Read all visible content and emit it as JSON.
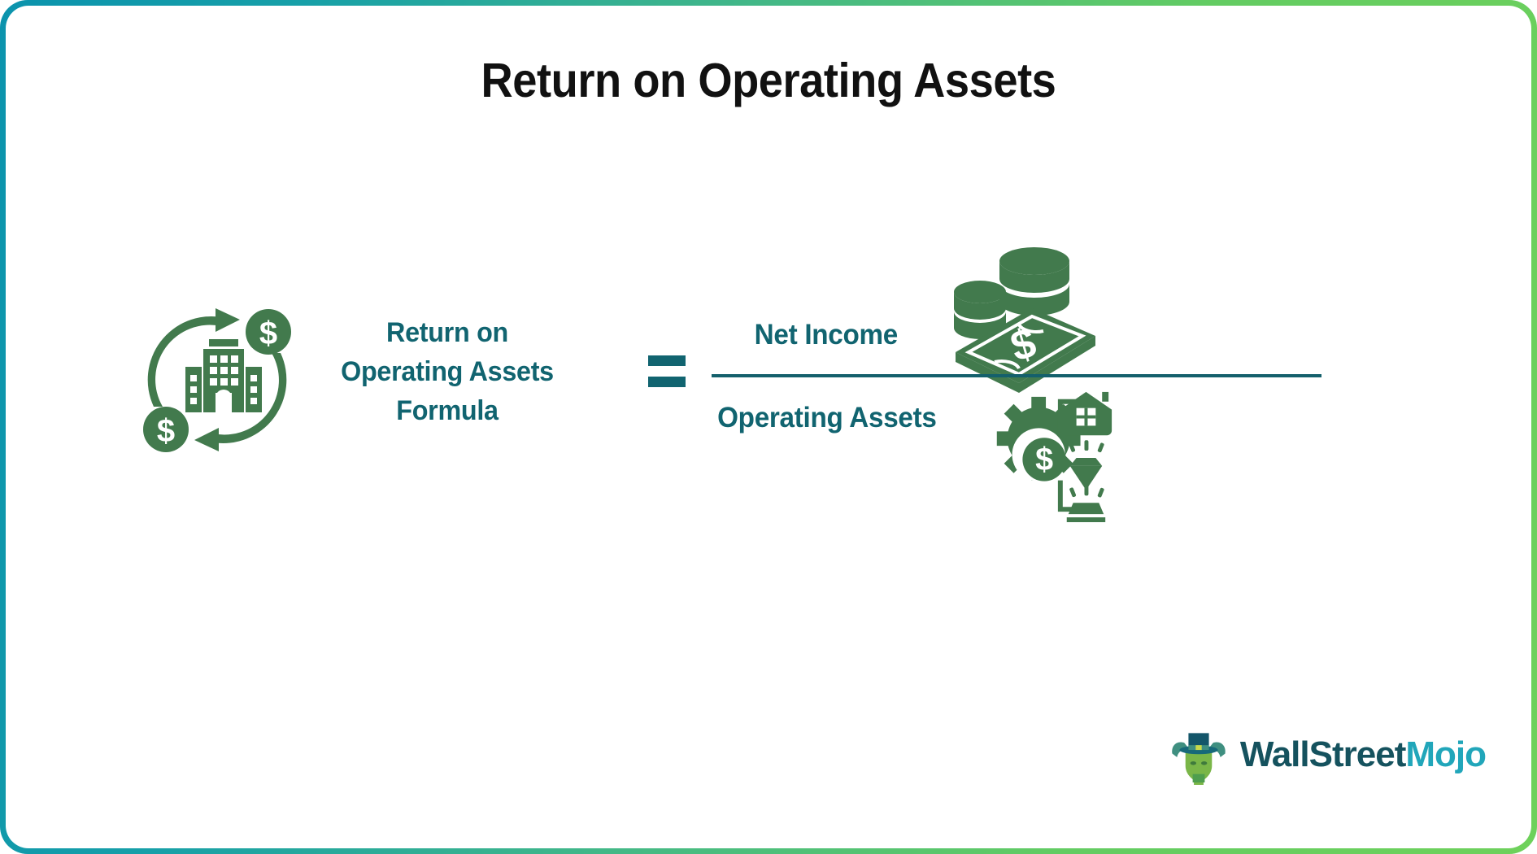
{
  "title": "Return on Operating Assets",
  "colors": {
    "title_text": "#111111",
    "teal_text": "#116470",
    "green_icon": "#427a4d",
    "fraction_bar": "#14606c",
    "border_gradient_start": "#0b93ad",
    "border_gradient_end": "#6ed15b",
    "brand_primary": "#15525e",
    "brand_accent": "#21a6ba"
  },
  "formula": {
    "label_lines": [
      "Return on",
      "Operating Assets",
      "Formula"
    ],
    "equals_symbol": "=",
    "numerator": "Net Income",
    "denominator": "Operating Assets",
    "left_icon_name": "operating-assets-cycle-icon",
    "numerator_icon_name": "money-cash-icon",
    "denominator_icon_name": "assets-gear-icon"
  },
  "brand": {
    "name_primary": "WallStreet",
    "name_accent": "Mojo",
    "logo_mark_name": "bull-with-top-hat-icon"
  }
}
